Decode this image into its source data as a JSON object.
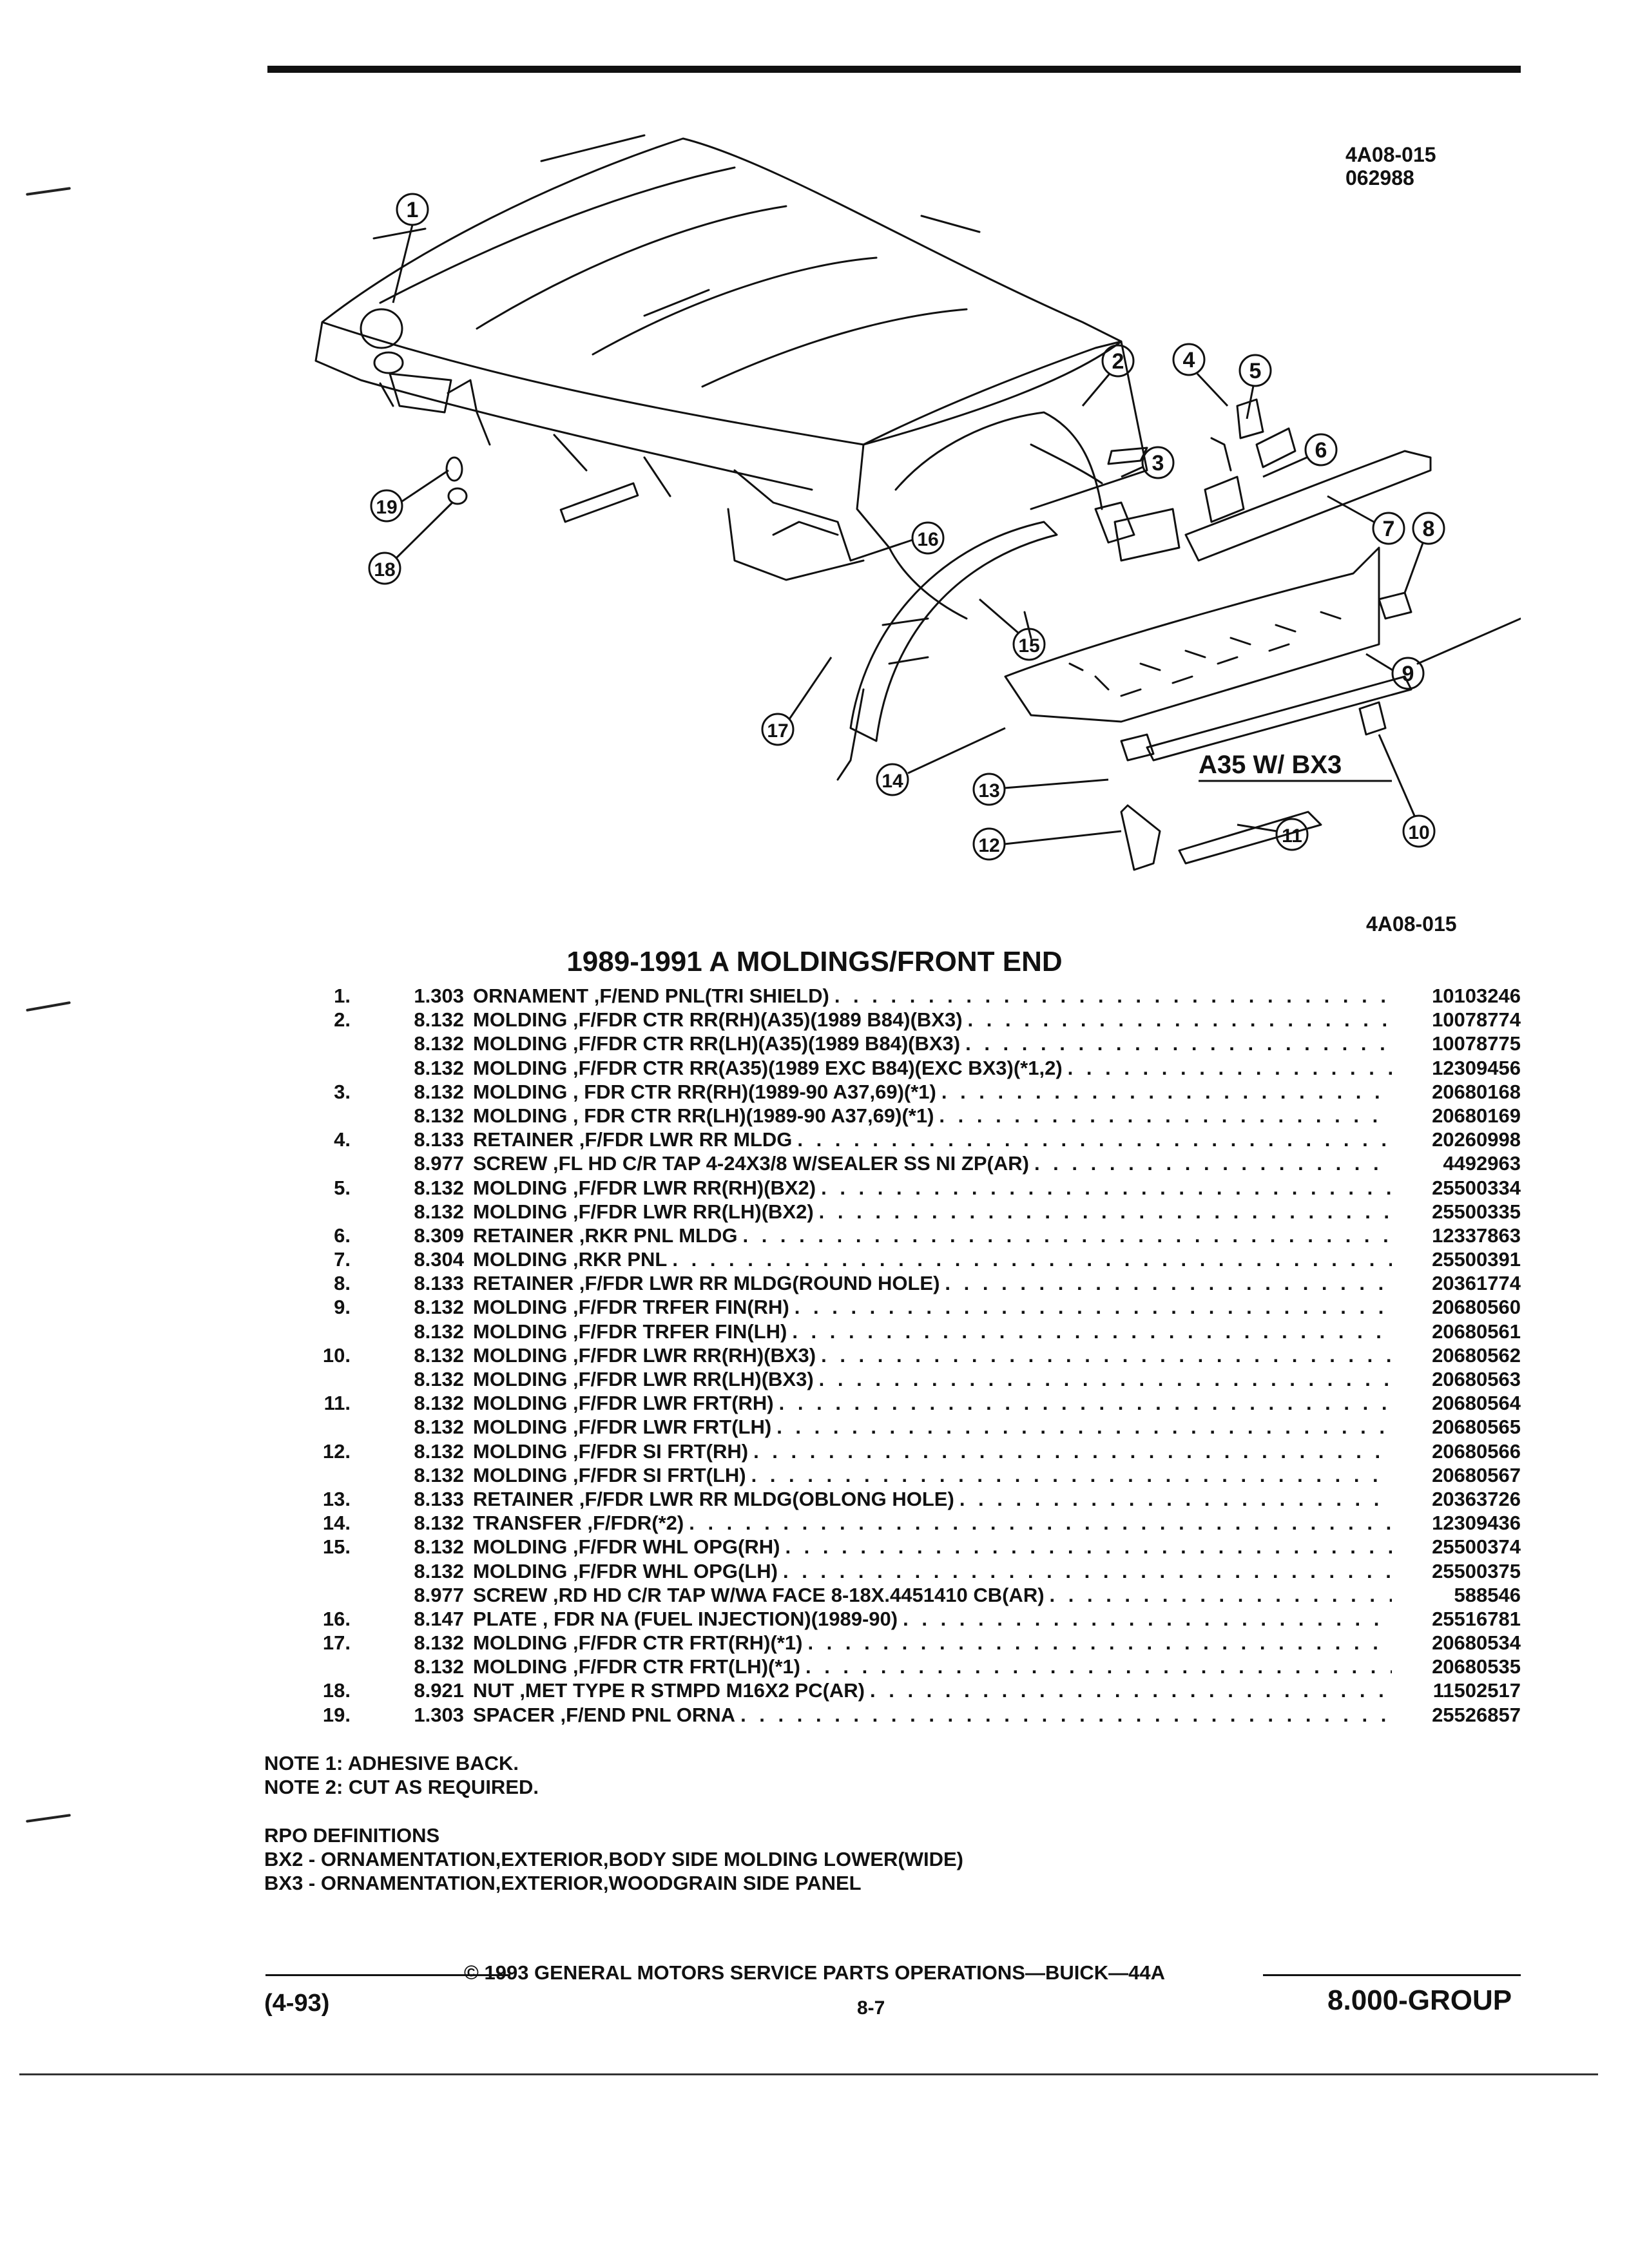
{
  "header": {
    "code": "4A08-015",
    "date_code": "062988"
  },
  "diagram": {
    "code_below": "4A08-015",
    "variant_label": "A35 W/ BX3",
    "callouts": [
      "1",
      "2",
      "3",
      "4",
      "5",
      "6",
      "7",
      "8",
      "9",
      "10",
      "11",
      "12",
      "13",
      "14",
      "15",
      "16",
      "17",
      "18",
      "19"
    ]
  },
  "title": "1989-1991 A MOLDINGS/FRONT END",
  "parts": [
    {
      "num": "1.",
      "grp": "1.303",
      "desc": "ORNAMENT ,F/END PNL(TRI SHIELD)",
      "part": "10103246"
    },
    {
      "num": "2.",
      "grp": "8.132",
      "desc": "MOLDING ,F/FDR CTR RR(RH)(A35)(1989 B84)(BX3)",
      "part": "10078774"
    },
    {
      "num": "",
      "grp": "8.132",
      "desc": "MOLDING ,F/FDR CTR RR(LH)(A35)(1989 B84)(BX3)",
      "part": "10078775"
    },
    {
      "num": "",
      "grp": "8.132",
      "desc": "MOLDING ,F/FDR CTR RR(A35)(1989 EXC B84)(EXC BX3)(*1,2)",
      "part": "12309456"
    },
    {
      "num": "3.",
      "grp": "8.132",
      "desc": "MOLDING , FDR CTR RR(RH)(1989-90 A37,69)(*1)",
      "part": "20680168"
    },
    {
      "num": "",
      "grp": "8.132",
      "desc": "MOLDING , FDR CTR RR(LH)(1989-90 A37,69)(*1)",
      "part": "20680169"
    },
    {
      "num": "4.",
      "grp": "8.133",
      "desc": "RETAINER ,F/FDR LWR RR MLDG",
      "part": "20260998"
    },
    {
      "num": "",
      "grp": "8.977",
      "desc": "SCREW ,FL HD C/R TAP 4-24X3/8 W/SEALER SS NI ZP(AR)",
      "part": "4492963"
    },
    {
      "num": "5.",
      "grp": "8.132",
      "desc": "MOLDING ,F/FDR LWR RR(RH)(BX2)",
      "part": "25500334"
    },
    {
      "num": "",
      "grp": "8.132",
      "desc": "MOLDING ,F/FDR LWR RR(LH)(BX2)",
      "part": "25500335"
    },
    {
      "num": "6.",
      "grp": "8.309",
      "desc": "RETAINER ,RKR PNL MLDG",
      "part": "12337863"
    },
    {
      "num": "7.",
      "grp": "8.304",
      "desc": "MOLDING ,RKR PNL",
      "part": "25500391"
    },
    {
      "num": "8.",
      "grp": "8.133",
      "desc": "RETAINER ,F/FDR LWR RR MLDG(ROUND HOLE)",
      "part": "20361774"
    },
    {
      "num": "9.",
      "grp": "8.132",
      "desc": "MOLDING ,F/FDR TRFER FIN(RH)",
      "part": "20680560"
    },
    {
      "num": "",
      "grp": "8.132",
      "desc": "MOLDING ,F/FDR TRFER FIN(LH)",
      "part": "20680561"
    },
    {
      "num": "10.",
      "grp": "8.132",
      "desc": "MOLDING ,F/FDR LWR RR(RH)(BX3)",
      "part": "20680562"
    },
    {
      "num": "",
      "grp": "8.132",
      "desc": "MOLDING ,F/FDR LWR RR(LH)(BX3)",
      "part": "20680563"
    },
    {
      "num": "11.",
      "grp": "8.132",
      "desc": "MOLDING ,F/FDR LWR FRT(RH)",
      "part": "20680564"
    },
    {
      "num": "",
      "grp": "8.132",
      "desc": "MOLDING ,F/FDR LWR FRT(LH)",
      "part": "20680565"
    },
    {
      "num": "12.",
      "grp": "8.132",
      "desc": "MOLDING ,F/FDR SI FRT(RH)",
      "part": "20680566"
    },
    {
      "num": "",
      "grp": "8.132",
      "desc": "MOLDING ,F/FDR SI FRT(LH)",
      "part": "20680567"
    },
    {
      "num": "13.",
      "grp": "8.133",
      "desc": "RETAINER ,F/FDR LWR RR MLDG(OBLONG HOLE)",
      "part": "20363726"
    },
    {
      "num": "14.",
      "grp": "8.132",
      "desc": "TRANSFER ,F/FDR(*2)",
      "part": "12309436"
    },
    {
      "num": "15.",
      "grp": "8.132",
      "desc": "MOLDING ,F/FDR WHL OPG(RH)",
      "part": "25500374"
    },
    {
      "num": "",
      "grp": "8.132",
      "desc": "MOLDING ,F/FDR WHL OPG(LH)",
      "part": "25500375"
    },
    {
      "num": "",
      "grp": "8.977",
      "desc": "SCREW ,RD HD C/R TAP W/WA FACE 8-18X.4451410 CB(AR)",
      "part": "588546"
    },
    {
      "num": "16.",
      "grp": "8.147",
      "desc": "PLATE , FDR NA (FUEL INJECTION)(1989-90)",
      "part": "25516781"
    },
    {
      "num": "17.",
      "grp": "8.132",
      "desc": "MOLDING ,F/FDR CTR FRT(RH)(*1)",
      "part": "20680534"
    },
    {
      "num": "",
      "grp": "8.132",
      "desc": "MOLDING ,F/FDR CTR FRT(LH)(*1)",
      "part": "20680535"
    },
    {
      "num": "18.",
      "grp": "8.921",
      "desc": "NUT ,MET TYPE R STMPD M16X2 PC(AR)",
      "part": "11502517"
    },
    {
      "num": "19.",
      "grp": "1.303",
      "desc": "SPACER ,F/END PNL ORNA",
      "part": "25526857"
    }
  ],
  "notes": [
    "NOTE  1:  ADHESIVE BACK.",
    "NOTE  2:  CUT AS REQUIRED."
  ],
  "rpo": {
    "heading": "RPO DEFINITIONS",
    "items": [
      "BX2 - ORNAMENTATION,EXTERIOR,BODY SIDE MOLDING LOWER(WIDE)",
      "BX3 - ORNAMENTATION,EXTERIOR,WOODGRAIN SIDE PANEL"
    ]
  },
  "footer": {
    "copyright": "©  1993  GENERAL MOTORS SERVICE PARTS OPERATIONS—BUICK—44A",
    "revision": "(4-93)",
    "page": "8-7",
    "group": "8.000-GROUP"
  }
}
